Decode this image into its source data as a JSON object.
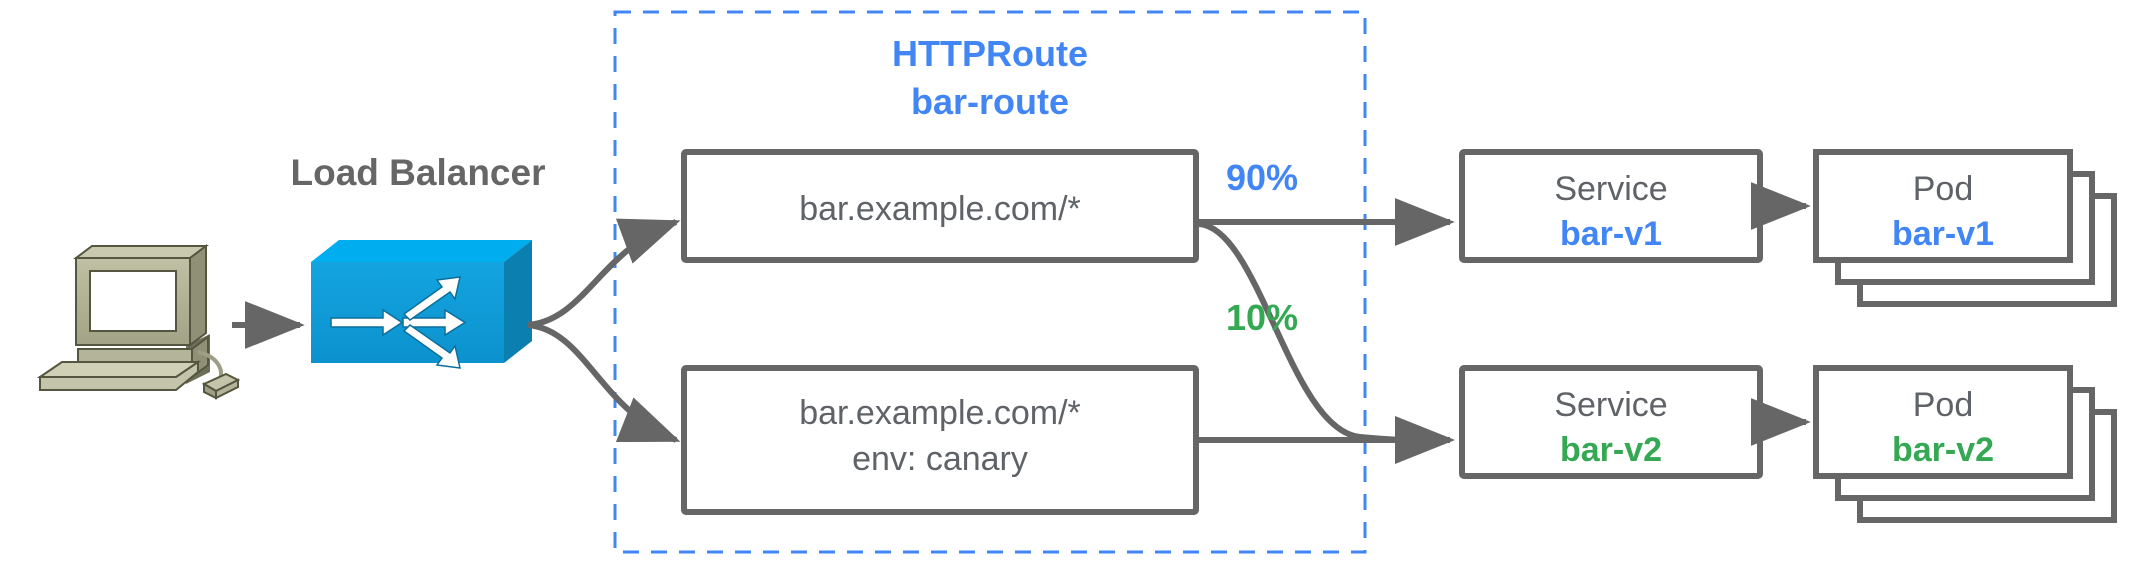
{
  "diagram": {
    "title": "Gateway API HTTPRoute canary traffic splitting",
    "colors": {
      "blue": "#4285F4",
      "green": "#34A853",
      "gray": "#666666",
      "dashed_border": "#4285F4",
      "lb_blue": "#0B9CDB",
      "lb_blue_top": "#00AEEF",
      "lb_blue_side": "#0B7FB0",
      "monitor_body": "#A8A98C",
      "arrow": "#666666"
    },
    "client": {
      "icon": "desktop-computer-icon",
      "label": ""
    },
    "load_balancer": {
      "label": "Load Balancer",
      "icon": "load-balancer-icon"
    },
    "httproute": {
      "kind_label": "HTTPRoute",
      "name_label": "bar-route",
      "rules": [
        {
          "id": "rule-1",
          "lines": [
            "bar.example.com/*"
          ]
        },
        {
          "id": "rule-2",
          "lines": [
            "bar.example.com/*",
            "env: canary"
          ]
        }
      ]
    },
    "weights": [
      {
        "id": "weight-90",
        "label": "90%",
        "color": "#4285F4"
      },
      {
        "id": "weight-10",
        "label": "10%",
        "color": "#34A853"
      }
    ],
    "services": [
      {
        "id": "service-bar-v1",
        "kind": "Service",
        "name": "bar-v1",
        "color": "#4285F4"
      },
      {
        "id": "service-bar-v2",
        "kind": "Service",
        "name": "bar-v2",
        "color": "#34A853"
      }
    ],
    "pods": [
      {
        "id": "pod-bar-v1",
        "kind": "Pod",
        "name": "bar-v1",
        "color": "#4285F4",
        "stack_count": 3
      },
      {
        "id": "pod-bar-v2",
        "kind": "Pod",
        "name": "bar-v2",
        "color": "#34A853",
        "stack_count": 3
      }
    ]
  }
}
